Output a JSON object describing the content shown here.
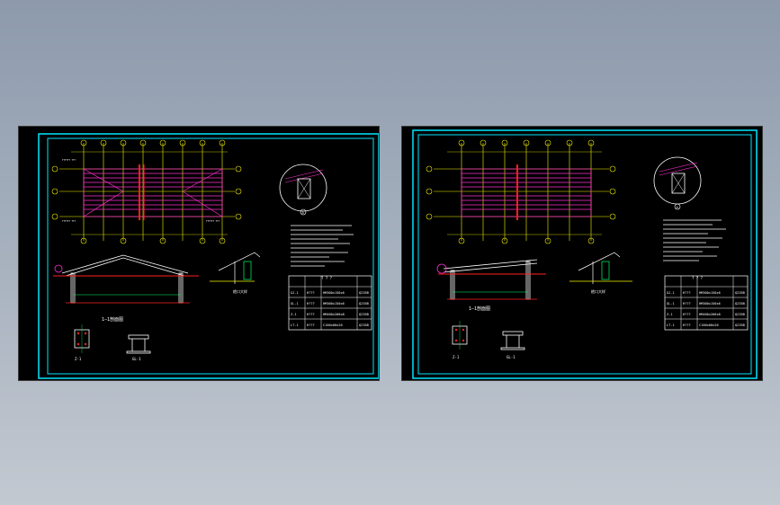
{
  "sheets": [
    {
      "id": "left",
      "section_label": "1—1剖面图",
      "detail_label": "檐口大样",
      "detail_marker": "A",
      "col_section": "Z-1",
      "beam_section": "GL-1",
      "schedule_title": "? ? ?",
      "schedule_rows": [
        [
          "GJ-1",
          "H???",
          "HM300x150x6",
          "Q235B"
        ],
        [
          "GL-1",
          "H???",
          "HM300x150x6",
          "Q235B"
        ],
        [
          "Z-1",
          "H???",
          "HM400x200x8",
          "Q235B"
        ],
        [
          "LT-1",
          "H???",
          "C160x60x20",
          "Q235B"
        ]
      ]
    },
    {
      "id": "right",
      "section_label": "1—1剖面图",
      "detail_label": "檐口大样",
      "detail_marker": "A",
      "col_section": "Z-1",
      "beam_section": "GL-1",
      "schedule_title": "? ? ?",
      "schedule_rows": [
        [
          "GJ-1",
          "H???",
          "HM300x150x6",
          "Q235B"
        ],
        [
          "GL-1",
          "H???",
          "HM300x150x6",
          "Q235B"
        ],
        [
          "Z-1",
          "H???",
          "HM400x200x8",
          "Q235B"
        ],
        [
          "LT-1",
          "H???",
          "C160x60x20",
          "Q235B"
        ]
      ]
    }
  ],
  "colors": {
    "frame": "#00e5ff",
    "grid": "#f5f500",
    "member": "#ff2fd0",
    "line": "#ffffff",
    "axis": "#ff2020",
    "dim": "#00ff66"
  }
}
